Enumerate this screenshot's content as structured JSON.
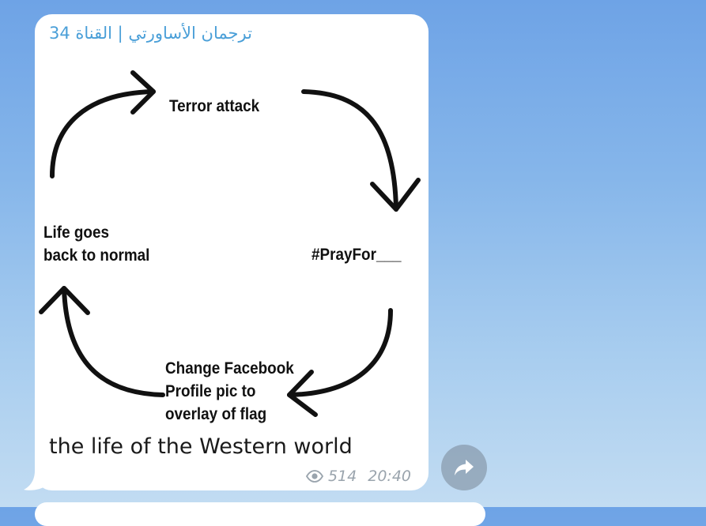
{
  "message": {
    "channel_name": "ترجمان الأساورتي | القناة 34",
    "diagram": {
      "terror_attack": "Terror attack",
      "pray_for": "#PrayFor___",
      "change_facebook_line1": "Change Facebook",
      "change_facebook_line2": "Profile pic to",
      "change_facebook_line3": "overlay of flag",
      "life_goes_line1": "Life goes",
      "life_goes_line2": "back to normal"
    },
    "caption": "the life of the Western world",
    "views": "514",
    "time": "20:40"
  },
  "icons": {
    "views": "eye-icon",
    "share": "share-arrow-icon"
  },
  "colors": {
    "channel_name": "#4a9fd8",
    "background_top": "#6ea3e6",
    "background_bottom": "#c2dcf2",
    "meta_text": "#9aa4ad"
  }
}
